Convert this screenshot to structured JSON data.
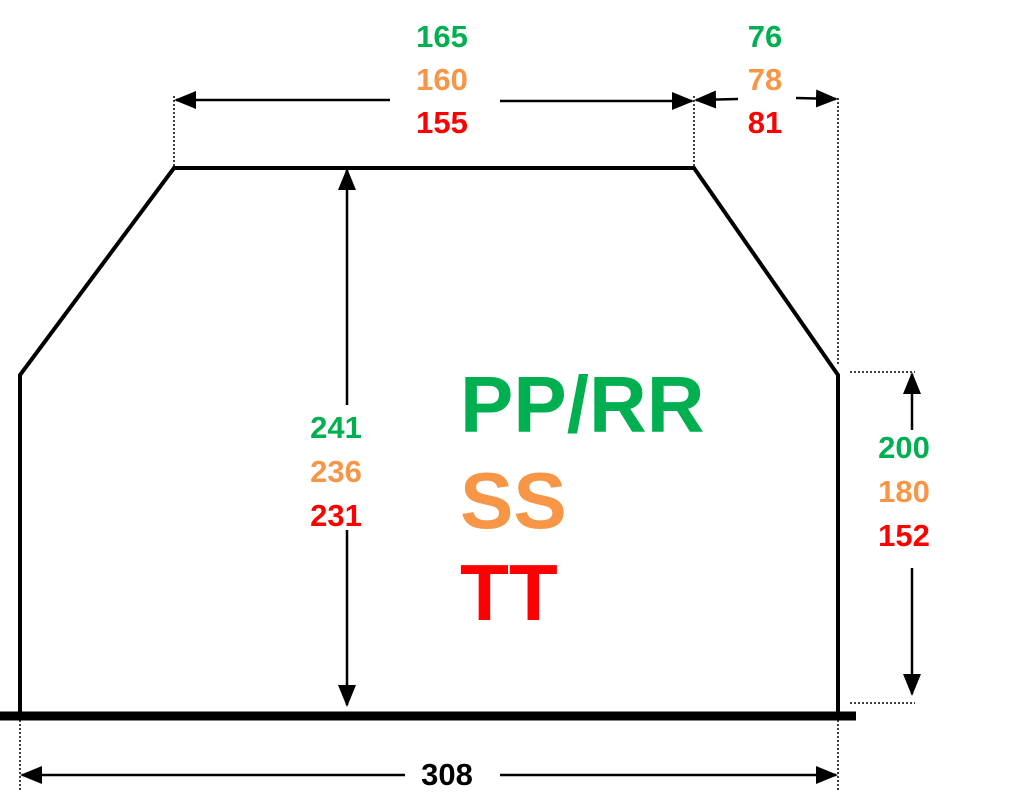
{
  "colors": {
    "green": "#00b050",
    "orange": "#f79646",
    "red": "#ff0000",
    "outline": "#000000"
  },
  "dimensions": {
    "top_width": {
      "green": "165",
      "orange": "160",
      "red": "155"
    },
    "top_right_offset": {
      "green": "76",
      "orange": "78",
      "red": "81"
    },
    "center_height": {
      "green": "241",
      "orange": "236",
      "red": "231"
    },
    "side_height": {
      "green": "200",
      "orange": "180",
      "red": "152"
    },
    "base_width": "308"
  },
  "labels": {
    "green": "PP/RR",
    "orange": "SS",
    "red": "TT"
  }
}
